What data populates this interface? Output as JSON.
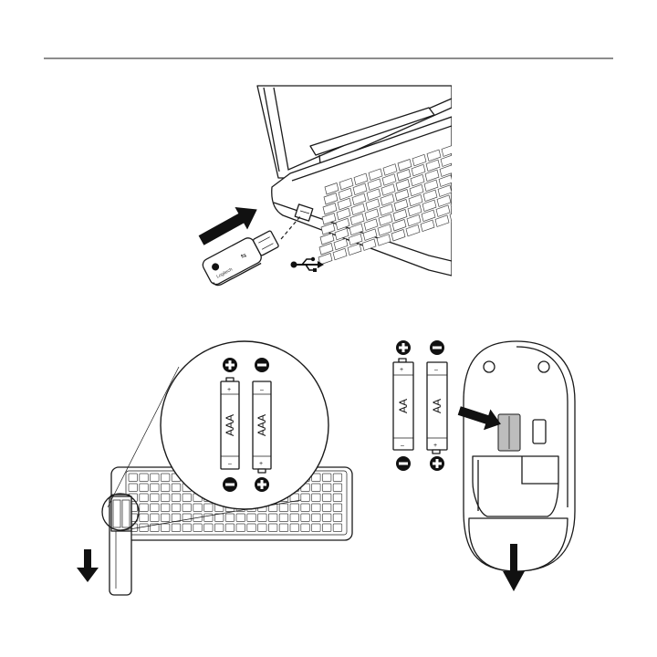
{
  "receiver": {
    "brand": "Logitech"
  },
  "keyboard_batteries": {
    "type": "AAA",
    "plus": "+",
    "minus": "–"
  },
  "mouse_batteries": {
    "type": "AA",
    "plus": "+",
    "minus": "–"
  },
  "colors": {
    "ink": "#1a1a1a",
    "paper": "#ffffff",
    "housing_gray": "#bdbdbd"
  },
  "icons": [
    "usb-icon",
    "insert-arrow-icon",
    "down-arrow-icon",
    "plus-circle-icon",
    "minus-circle-icon"
  ]
}
